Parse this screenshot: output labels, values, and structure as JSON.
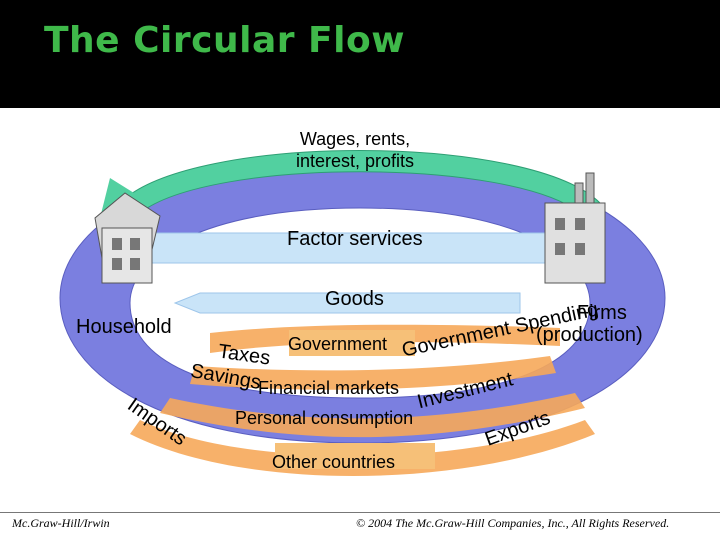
{
  "title": "The Circular Flow",
  "labels": {
    "wages": [
      "Wages, rents,",
      "interest, profits"
    ],
    "factor_services": "Factor services",
    "goods": "Goods",
    "household": "Household",
    "firms": [
      "Firms",
      "(production)"
    ],
    "government": "Government",
    "government_spending": "Government Spending",
    "taxes": "Taxes",
    "savings": "Savings",
    "financial_markets": "Financial markets",
    "investment": "Investment",
    "personal_consumption": "Personal consumption",
    "imports": "Imports",
    "exports": "Exports",
    "other_countries": "Other countries"
  },
  "footer": {
    "publisher": "Mc.Graw-Hill/Irwin",
    "copyright": "© 2004 The Mc.Graw-Hill Companies, Inc., All Rights Reserved."
  },
  "colors": {
    "title": "#3fb94a",
    "outer_ring": "#7b7fe0",
    "green_flow": "#52d0a0",
    "light_flow": "#c9e4f8",
    "orange_flow": "#f6a85a",
    "box": "#f6c078"
  }
}
